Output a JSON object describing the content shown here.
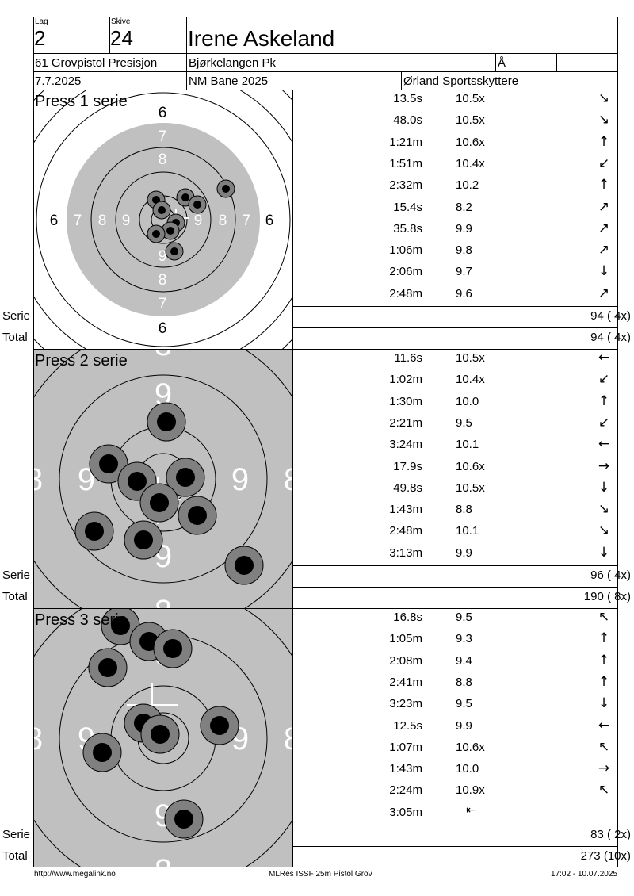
{
  "header": {
    "lag_label": "Lag",
    "lag_value": "2",
    "skive_label": "Skive",
    "skive_value": "24",
    "shooter_name": "Irene Askeland",
    "class": "61 Grovpistol Presisjon",
    "club": "Bjørkelangen Pk",
    "extra": "Å",
    "date": "7.7.2025",
    "event": "NM Bane 2025",
    "organizer": "Ørland Sportsskyttere"
  },
  "series": [
    {
      "title": "Press 1 serie",
      "shots": [
        {
          "time": "13.5s",
          "score": "10.5x",
          "arrow": "↘"
        },
        {
          "time": "48.0s",
          "score": "10.5x",
          "arrow": "↘"
        },
        {
          "time": "1:21m",
          "score": "10.6x",
          "arrow": "↑"
        },
        {
          "time": "1:51m",
          "score": "10.4x",
          "arrow": "↙"
        },
        {
          "time": "2:32m",
          "score": "10.2",
          "arrow": "↑"
        },
        {
          "time": "15.4s",
          "score": "8.2",
          "arrow": "↗"
        },
        {
          "time": "35.8s",
          "score": "9.9",
          "arrow": "↗"
        },
        {
          "time": "1:06m",
          "score": "9.8",
          "arrow": "↗"
        },
        {
          "time": "2:06m",
          "score": "9.7",
          "arrow": "↓"
        },
        {
          "time": "2:48m",
          "score": "9.6",
          "arrow": "↗"
        }
      ],
      "serie_label": "Serie",
      "serie_value": "94 ( 4x)",
      "total_label": "Total",
      "total_value": "94 ( 4x)"
    },
    {
      "title": "Press 2 serie",
      "shots": [
        {
          "time": "11.6s",
          "score": "10.5x",
          "arrow": "←"
        },
        {
          "time": "1:02m",
          "score": "10.4x",
          "arrow": "↙"
        },
        {
          "time": "1:30m",
          "score": "10.0",
          "arrow": "↑"
        },
        {
          "time": "2:21m",
          "score": "9.5",
          "arrow": "↙"
        },
        {
          "time": "3:24m",
          "score": "10.1",
          "arrow": "←"
        },
        {
          "time": "17.9s",
          "score": "10.6x",
          "arrow": "→"
        },
        {
          "time": "49.8s",
          "score": "10.5x",
          "arrow": "↓"
        },
        {
          "time": "1:43m",
          "score": "8.8",
          "arrow": "↘"
        },
        {
          "time": "2:48m",
          "score": "10.1",
          "arrow": "↘"
        },
        {
          "time": "3:13m",
          "score": "9.9",
          "arrow": "↓"
        }
      ],
      "serie_label": "Serie",
      "serie_value": "96 ( 4x)",
      "total_label": "Total",
      "total_value": "190 ( 8x)"
    },
    {
      "title": "Press 3 serie",
      "shots": [
        {
          "time": "16.8s",
          "score": "9.5",
          "arrow": "↖"
        },
        {
          "time": "1:05m",
          "score": "9.3",
          "arrow": "↑"
        },
        {
          "time": "2:08m",
          "score": "9.4",
          "arrow": "↑"
        },
        {
          "time": "2:41m",
          "score": "8.8",
          "arrow": "↑"
        },
        {
          "time": "3:23m",
          "score": "9.5",
          "arrow": "↓"
        },
        {
          "time": "12.5s",
          "score": "9.9",
          "arrow": "←"
        },
        {
          "time": "1:07m",
          "score": "10.6x",
          "arrow": "↖"
        },
        {
          "time": "1:43m",
          "score": "10.0",
          "arrow": "→"
        },
        {
          "time": "2:24m",
          "score": "10.9x",
          "arrow": "↖"
        },
        {
          "time": "3:05m",
          "score": "",
          "arrow": "⇤"
        }
      ],
      "serie_label": "Serie",
      "serie_value": "83 ( 2x)",
      "total_label": "Total",
      "total_value": "273 (10x)"
    }
  ],
  "target_labels": {
    "t1": [
      "6",
      "7",
      "8",
      "9",
      "8",
      "7",
      "6",
      "6",
      "7",
      "8",
      "9",
      "8",
      "7",
      "6"
    ],
    "t2": [
      "9",
      "9",
      "9",
      "9",
      "8",
      "8",
      "8",
      "8"
    ],
    "t3": [
      "9",
      "9",
      "9",
      "8",
      "8",
      "8"
    ]
  },
  "footer": {
    "left": "http://www.megalink.no",
    "center": "MLRes ISSF 25m Pistol Grov",
    "right": "17:02 - 10.07.2025"
  }
}
